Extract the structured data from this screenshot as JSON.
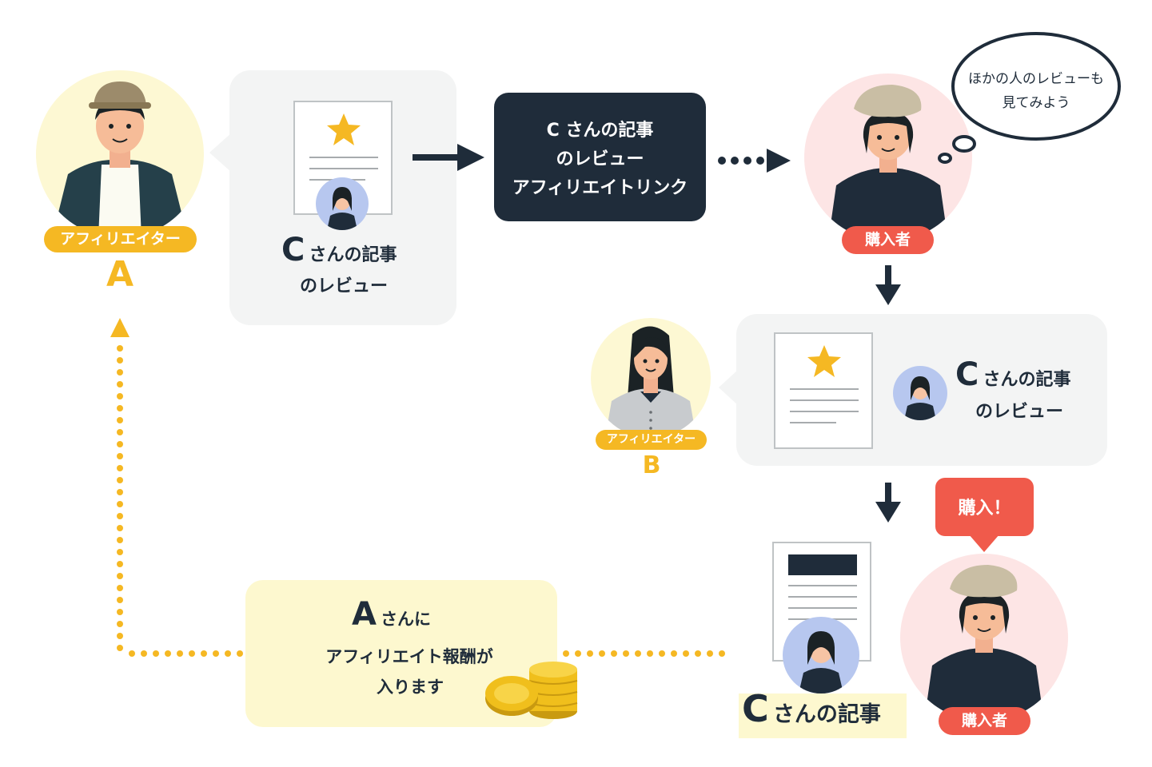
{
  "affiliate_a": {
    "badge": "アフィリエイター",
    "letter": "A"
  },
  "article_panel_top": {
    "letter": "C",
    "line1": "さんの記事",
    "line2": "のレビュー"
  },
  "link_box": {
    "line1": "C さんの記事",
    "line2": "のレビュー",
    "line3": "アフィリエイトリンク"
  },
  "buyer_top": {
    "badge": "購入者"
  },
  "thought_bubble": {
    "line1": "ほかの人のレビューも",
    "line2": "見てみよう"
  },
  "affiliate_b": {
    "badge": "アフィリエイター",
    "letter": "B"
  },
  "article_panel_mid": {
    "letter": "C",
    "line1": "さんの記事",
    "line2": "のレビュー"
  },
  "purchase_bubble": {
    "label": "購入！"
  },
  "buyer_bottom": {
    "badge": "購入者"
  },
  "c_article": {
    "letter": "C",
    "label": "さんの記事"
  },
  "reward_box": {
    "letter": "A",
    "line1": "さんに",
    "line2": "アフィリエイト報酬が",
    "line3": "入ります"
  },
  "colors": {
    "navy": "#1f2c3a",
    "yellow": "#f5b823",
    "red": "#f05a4b",
    "panel": "#f3f4f4",
    "pale_yellow": "#fdf8cf",
    "pink": "#fde5e5"
  }
}
